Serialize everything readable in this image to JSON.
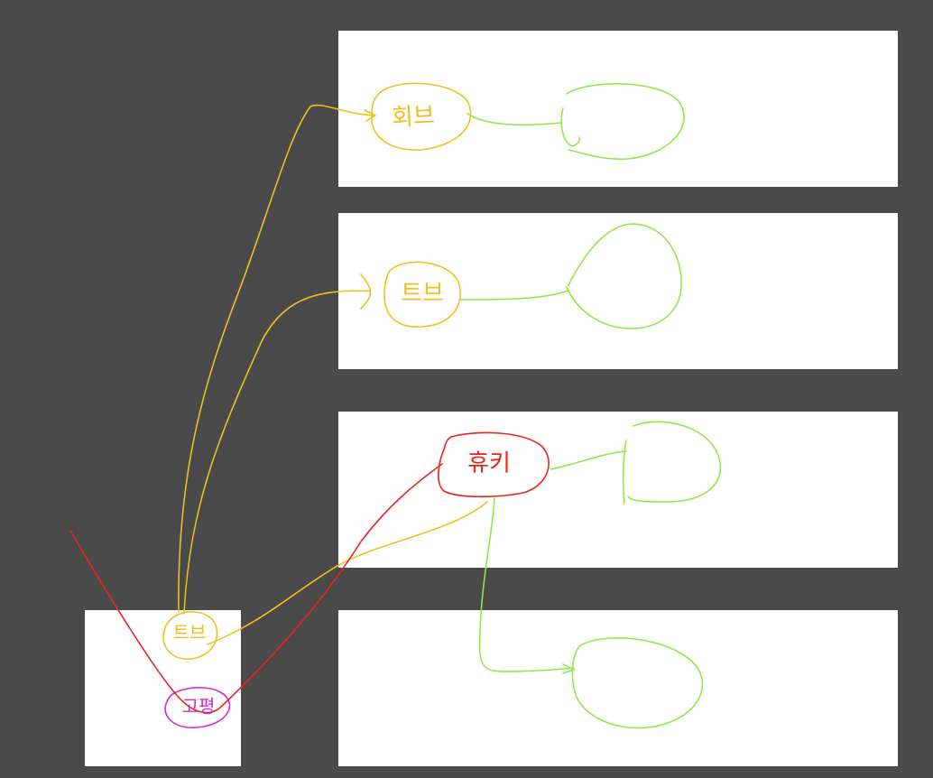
{
  "colors": {
    "background": "#4a4a4a",
    "panel": "#ffffff",
    "yellow": "#f2bf1e",
    "green": "#8fe84a",
    "red": "#e8241c",
    "magenta": "#d629d6"
  },
  "labels": {
    "panel1_node": "회브",
    "panel2_node": "트브",
    "panel3_node": "휴키",
    "small_top": "트브",
    "small_bottom": "고평"
  }
}
